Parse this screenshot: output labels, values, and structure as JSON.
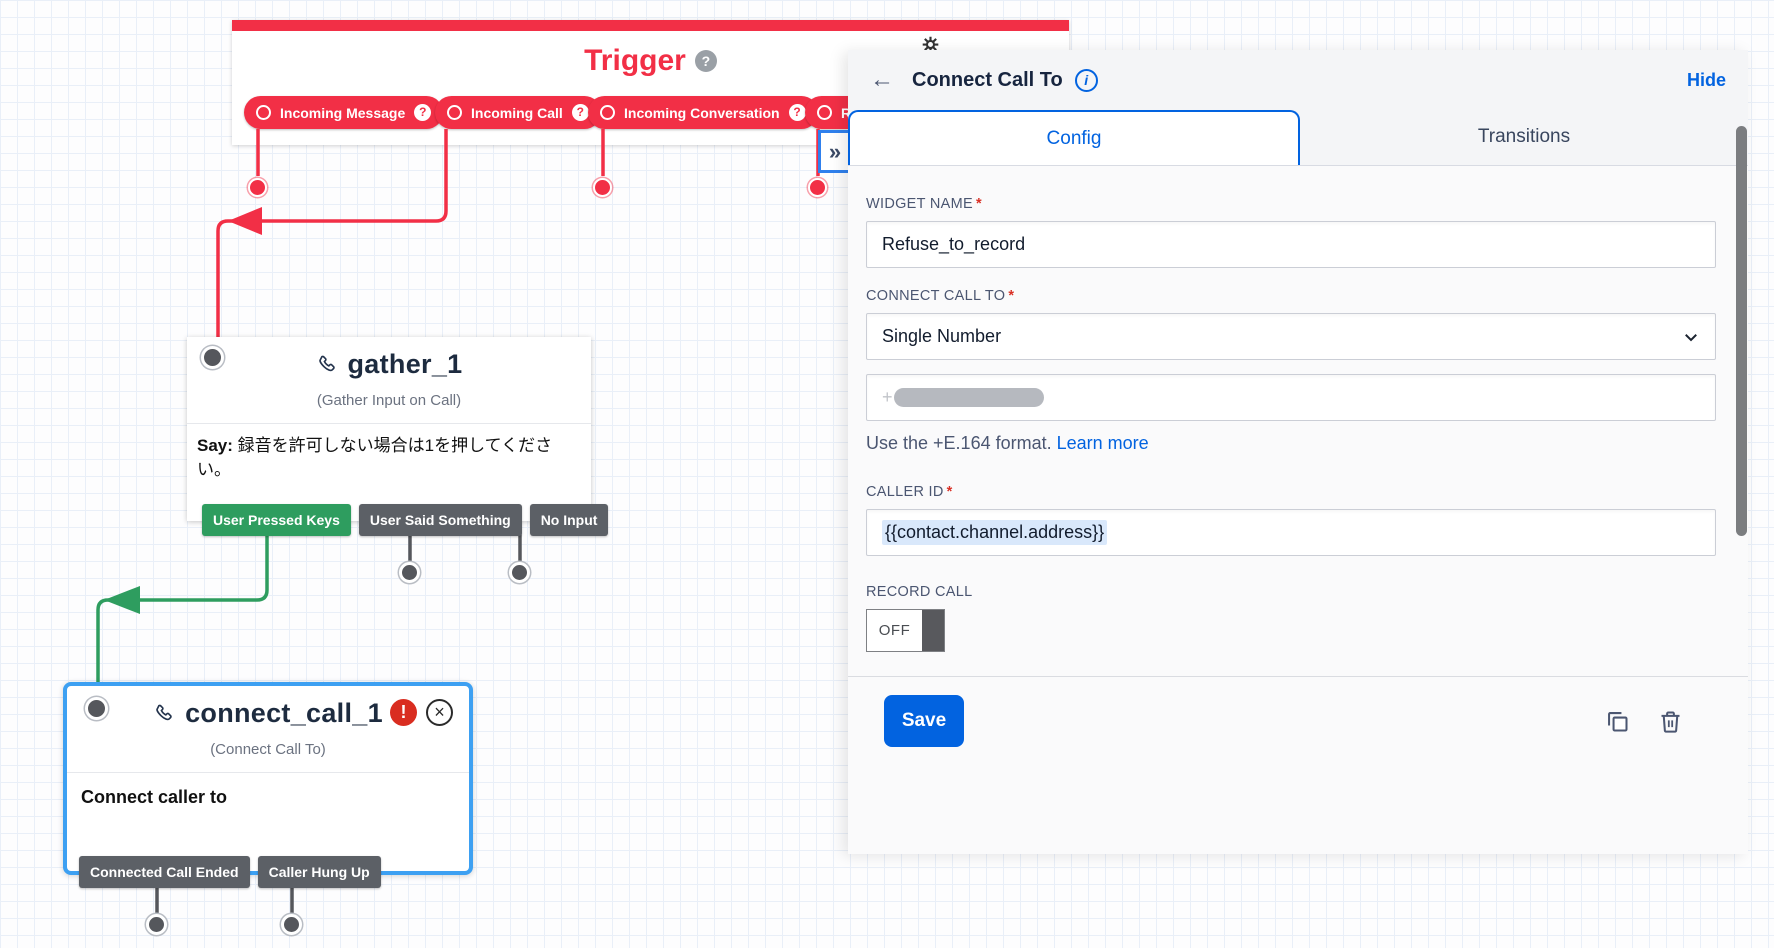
{
  "icons": {
    "back": "←",
    "info": "i",
    "help": "?",
    "expand": "»",
    "close": "×",
    "error": "!"
  },
  "required_mark": "*",
  "canvas": {
    "trigger": {
      "title": "Trigger",
      "pills": [
        {
          "label": "Incoming Message"
        },
        {
          "label": "Incoming Call"
        },
        {
          "label": "Incoming Conversation"
        },
        {
          "label": "REST API"
        }
      ]
    },
    "gather": {
      "name": "gather_1",
      "type": "(Gather Input on Call)",
      "say_prefix": "Say:",
      "say_text": " 録音を許可しない場合は1を押してください。",
      "transitions": [
        {
          "label": "User Pressed Keys"
        },
        {
          "label": "User Said Something"
        },
        {
          "label": "No Input"
        }
      ]
    },
    "connect": {
      "name": "connect_call_1",
      "type": "(Connect Call To)",
      "body": "Connect caller to",
      "transitions": [
        {
          "label": "Connected Call Ended"
        },
        {
          "label": "Caller Hung Up"
        }
      ]
    }
  },
  "panel": {
    "title": "Connect Call To",
    "hide": "Hide",
    "tabs": [
      {
        "label": "Config"
      },
      {
        "label": "Transitions"
      }
    ],
    "widget_name": {
      "label": "WIDGET NAME",
      "value": "Refuse_to_record"
    },
    "connect_call_to": {
      "label": "CONNECT CALL TO",
      "value": "Single Number"
    },
    "phone": {
      "prefix": "+",
      "help": "Use the +E.164 format.",
      "link": "Learn more"
    },
    "caller_id": {
      "label": "CALLER ID",
      "value": "{{contact.channel.address}}"
    },
    "record_call": {
      "label": "RECORD CALL",
      "value": "OFF"
    },
    "save": "Save"
  },
  "colors": {
    "red": "#f22f46",
    "green": "#2e9d5f",
    "blue": "#0263e0",
    "selection": "#3da0f2",
    "tag_gray": "#5c6066"
  }
}
